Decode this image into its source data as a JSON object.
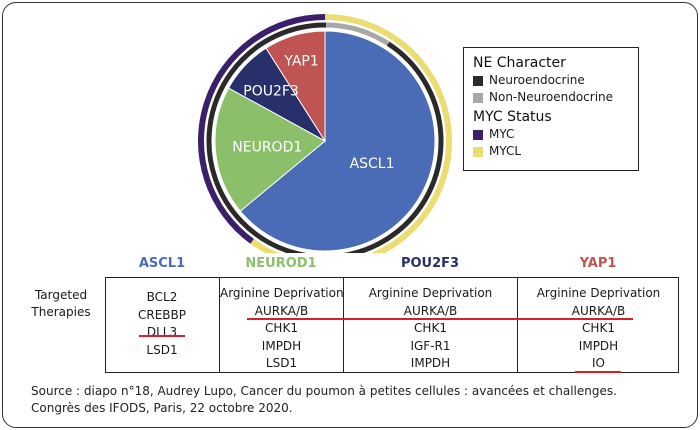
{
  "chart_data": {
    "type": "pie",
    "slices": [
      {
        "label": "ASCL1",
        "value": 64,
        "color": "#4a6bb5"
      },
      {
        "label": "NEUROD1",
        "value": 19,
        "color": "#8cbf6a"
      },
      {
        "label": "POU2F3",
        "value": 8,
        "color": "#27306b"
      },
      {
        "label": "YAP1",
        "value": 9,
        "color": "#c05452"
      }
    ],
    "rings": {
      "ne_character": [
        {
          "label": "Neuroendocrine",
          "value": 91,
          "color": "#2a2a2a"
        },
        {
          "label": "Non-Neuroendocrine",
          "value": 9,
          "color": "#a8a8a8"
        }
      ],
      "myc_status": [
        {
          "label": "MYCL",
          "value": 60,
          "color": "#ecdd72"
        },
        {
          "label": "MYC",
          "value": 40,
          "color": "#3b1f6b"
        }
      ]
    }
  },
  "legend": {
    "ne_title": "NE Character",
    "ne_items": [
      {
        "label": "Neuroendocrine",
        "color": "#2a2a2a"
      },
      {
        "label": "Non-Neuroendocrine",
        "color": "#a8a8a8"
      }
    ],
    "myc_title": "MYC Status",
    "myc_items": [
      {
        "label": "MYC",
        "color": "#3b1f6b"
      },
      {
        "label": "MYCL",
        "color": "#ecdd72"
      }
    ]
  },
  "table": {
    "row_label": "Targeted\nTherapies",
    "columns": [
      {
        "header": "ASCL1",
        "color": "#4a6bb5",
        "items": [
          "BCL2",
          "CREBBP",
          "DLL3",
          "LSD1"
        ]
      },
      {
        "header": "NEUROD1",
        "color": "#8cbf6a",
        "items": [
          "Arginine Deprivation",
          "AURKA/B",
          "CHK1",
          "IMPDH",
          "LSD1"
        ]
      },
      {
        "header": "POU2F3",
        "color": "#27306b",
        "items": [
          "Arginine Deprivation",
          "AURKA/B",
          "CHK1",
          "IGF-R1",
          "IMPDH"
        ]
      },
      {
        "header": "YAP1",
        "color": "#c05452",
        "items": [
          "Arginine Deprivation",
          "AURKA/B",
          "CHK1",
          "IMPDH",
          "IO"
        ]
      }
    ]
  },
  "source": {
    "line1": "Source : diapo n°18, Audrey Lupo, Cancer du poumon à petites cellules : avancées et challenges.",
    "line2": "Congrès des IFODS, Paris, 22 octobre 2020."
  },
  "colors": {
    "underline": "#d9202a"
  }
}
